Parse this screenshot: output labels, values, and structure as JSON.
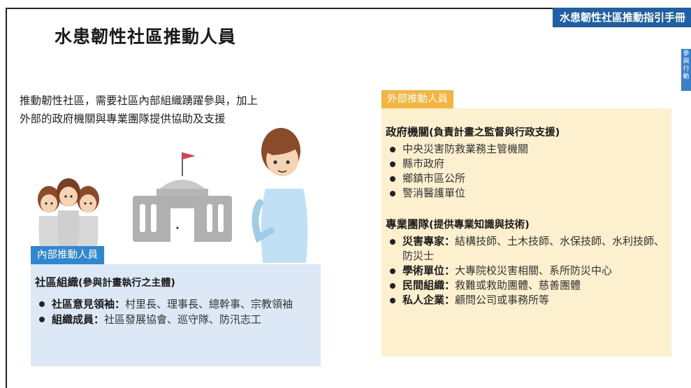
{
  "banner": "水患韌性社區推動指引手冊",
  "side_tab": "參與行動",
  "title": "水患韌性社區推動人員",
  "intro": {
    "line1": "推動韌性社區，需要社區內部組織踴躍參與，加上",
    "line2": "外部的政府機關與專業團隊提供協助及支援"
  },
  "internal": {
    "tag": "內部推動人員",
    "heading": "社區組織",
    "heading_note": "(參與計畫執行之主體)",
    "items": [
      {
        "bold": "社區意見領袖：",
        "text": "村里長、理事長、總幹事、宗教領袖"
      },
      {
        "bold": "組織成員：",
        "text": "社區發展協會、巡守隊、防汛志工"
      }
    ]
  },
  "external": {
    "tag": "外部推動人員",
    "gov": {
      "heading": "政府機關",
      "heading_note": "(負責計畫之監督與行政支援)",
      "items": [
        "中央災害防救業務主管機關",
        "縣市政府",
        "鄉鎮市區公所",
        "警消醫護單位"
      ]
    },
    "pro": {
      "heading": "專業團隊",
      "heading_note": "(提供專業知識與技術)",
      "items": [
        {
          "bold": "災害專家：",
          "text": "結構技師、土木技師、水保技師、水利技師、防災士"
        },
        {
          "bold": "學術單位：",
          "text": "大專院校災害相關、系所防災中心"
        },
        {
          "bold": "民間組織：",
          "text": "救難或救助團體、慈善團體"
        },
        {
          "bold": "私人企業：",
          "text": "顧問公司或事務所等"
        }
      ]
    }
  },
  "colors": {
    "banner": "#1e5fa6",
    "internal_tag": "#2f87d1",
    "internal_bg": "#dce8f5",
    "external_tag": "#f5b53f",
    "external_bg": "#fdf0cf"
  }
}
